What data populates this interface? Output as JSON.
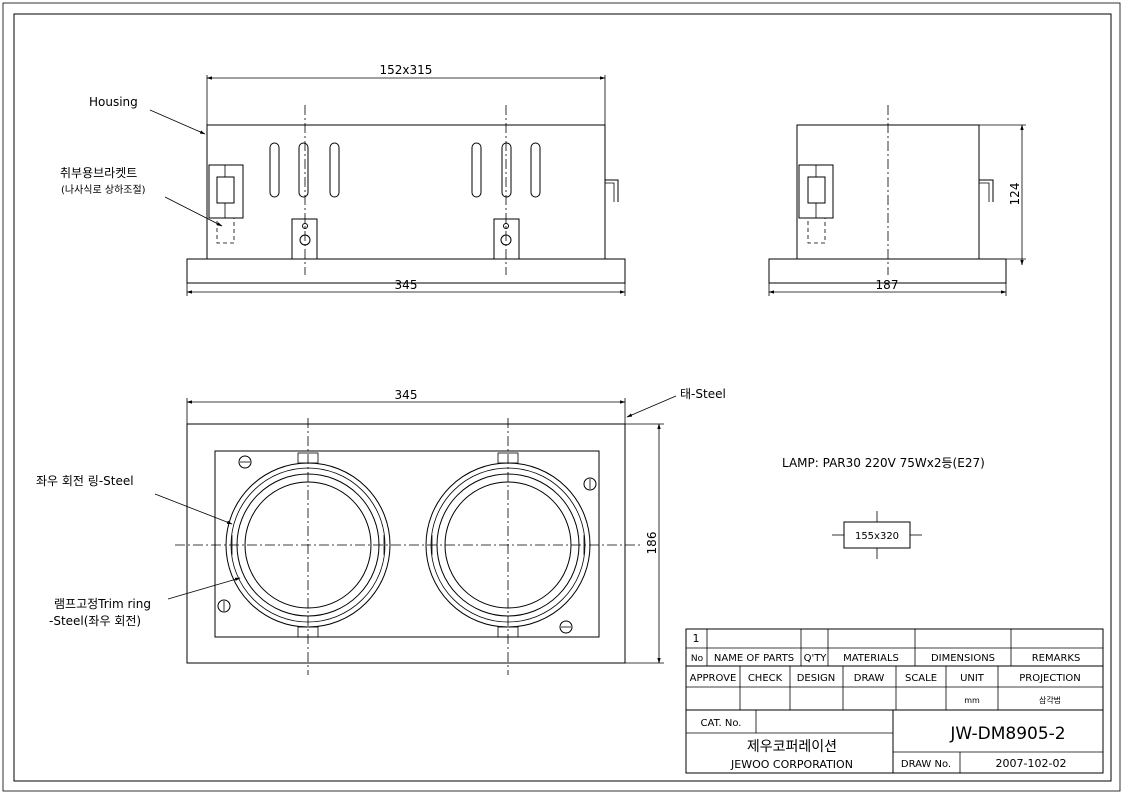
{
  "dimensions": {
    "top_width": "152x315",
    "top_base": "345",
    "side_base": "187",
    "side_height": "124",
    "plan_width": "345",
    "plan_height": "186",
    "cutout": "155x320"
  },
  "labels": {
    "housing": "Housing",
    "bracket_line1": "취부용브라켓트",
    "bracket_line2": "(나사식로 상하조절)",
    "frame": "태-Steel",
    "rotating_ring": "좌우 회전 링-Steel",
    "trim_line1": "램프고정Trim ring",
    "trim_line2": "-Steel(좌우 회전)"
  },
  "lamp_note": "LAMP: PAR30 220V 75Wx2등(E27)",
  "title_block": {
    "row_number": "1",
    "headers": {
      "no": "No",
      "name_of_parts": "NAME OF PARTS",
      "qty": "Q'TY",
      "materials": "MATERIALS",
      "dimensions": "DIMENSIONS",
      "remarks": "REMARKS"
    },
    "approve": "APPROVE",
    "check": "CHECK",
    "design": "DESIGN",
    "draw": "DRAW",
    "scale": "SCALE",
    "unit": "UNIT",
    "projection": "PROJECTION",
    "unit_value": "mm",
    "projection_value": "삼각법",
    "cat_no_label": "CAT. No.",
    "company_kr": "제우코퍼레이션",
    "company_en": "JEWOO CORPORATION",
    "drawing_number": "JW-DM8905-2",
    "draw_no_label": "DRAW No.",
    "draw_no_value": "2007-102-02"
  }
}
